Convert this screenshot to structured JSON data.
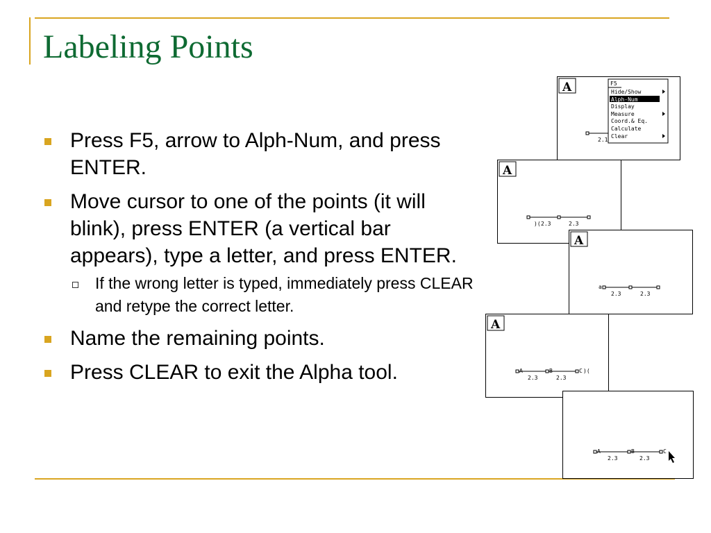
{
  "slide": {
    "title": "Labeling Points",
    "bullets": [
      {
        "text": "Press F5, arrow to Alph-Num, and press ENTER."
      },
      {
        "text": "Move cursor to one of the points (it will blink), press ENTER (a vertical bar appears), type a letter, and press ENTER."
      },
      {
        "text": "Name the remaining points."
      },
      {
        "text": "Press CLEAR to exit the Alpha tool."
      }
    ],
    "sub_bullets": [
      {
        "text": "If the wrong letter is typed, immediately press CLEAR and retype the correct letter."
      }
    ]
  },
  "screens": {
    "s1": {
      "icon": "A",
      "menu_header": "F5",
      "menu_items": [
        "Hide/Show",
        "Alph-Num",
        "Display",
        "Measure",
        "Coord.& Eq.",
        "Calculate",
        "Clear"
      ],
      "selected_item": "Alph-Num",
      "partial_label": "2.1"
    },
    "s2": {
      "icon": "A",
      "segment_labels": [
        "2.3",
        "2.3"
      ]
    },
    "s3": {
      "icon": "A",
      "point_label": "a",
      "segment_labels": [
        "2.3",
        "2.3"
      ]
    },
    "s4": {
      "icon": "A",
      "point_labels": [
        "A",
        "B",
        "C"
      ],
      "segment_labels": [
        "2.3",
        "2.3"
      ]
    },
    "s5": {
      "point_labels": [
        "A",
        "B",
        "C"
      ],
      "segment_labels": [
        "2.3",
        "2.3"
      ]
    }
  },
  "colors": {
    "title": "#0e6a32",
    "accent": "#d9a520"
  },
  "icons": [
    "alpha-tool-icon",
    "arrow-cursor-icon",
    "submenu-arrow-icon"
  ]
}
